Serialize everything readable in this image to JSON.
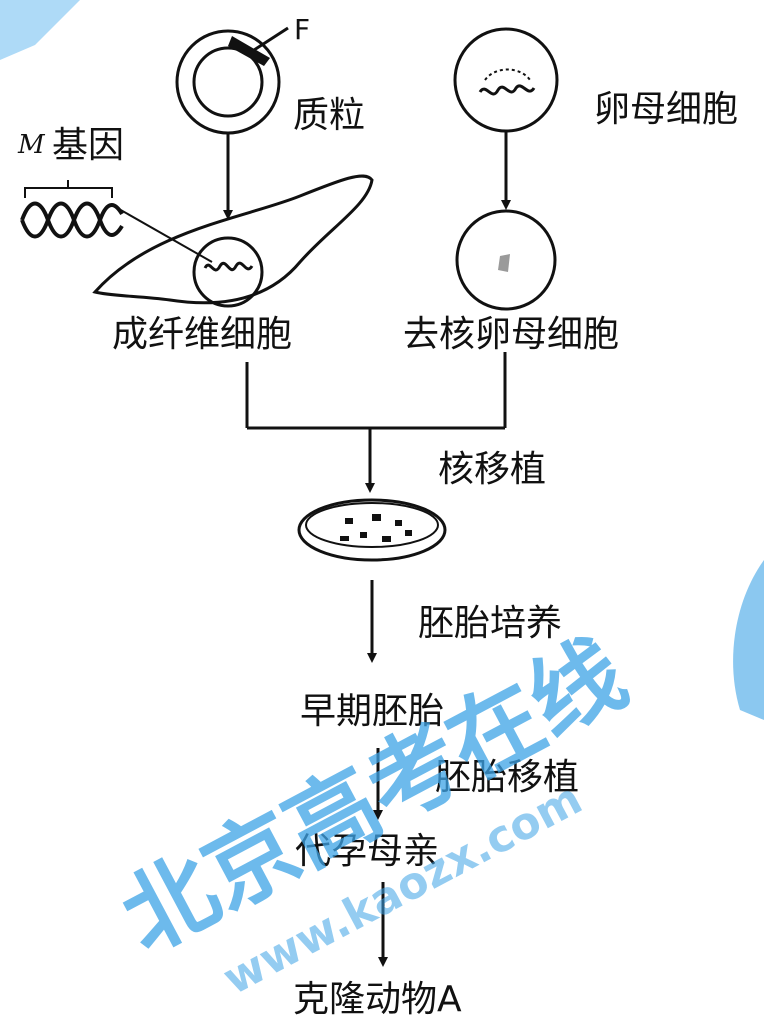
{
  "labels": {
    "f_marker": "F",
    "plasmid": "质粒",
    "oocyte": "卵母细胞",
    "m_italic": "M",
    "m_gene_suffix": "基因",
    "fibroblast": "成纤维细胞",
    "enucleated_oocyte": "去核卵母细胞",
    "nuclear_transfer": "核移植",
    "embryo_culture": "胚胎培养",
    "early_embryo": "早期胚胎",
    "embryo_transfer": "胚胎移植",
    "surrogate_mother": "代孕母亲",
    "cloned_animal": "克隆动物A"
  },
  "watermark": {
    "brand_text": "北京高考在线",
    "url_text": "www.kaozx.com"
  },
  "colors": {
    "line": "#111111",
    "watermark": "#3da3e6"
  }
}
